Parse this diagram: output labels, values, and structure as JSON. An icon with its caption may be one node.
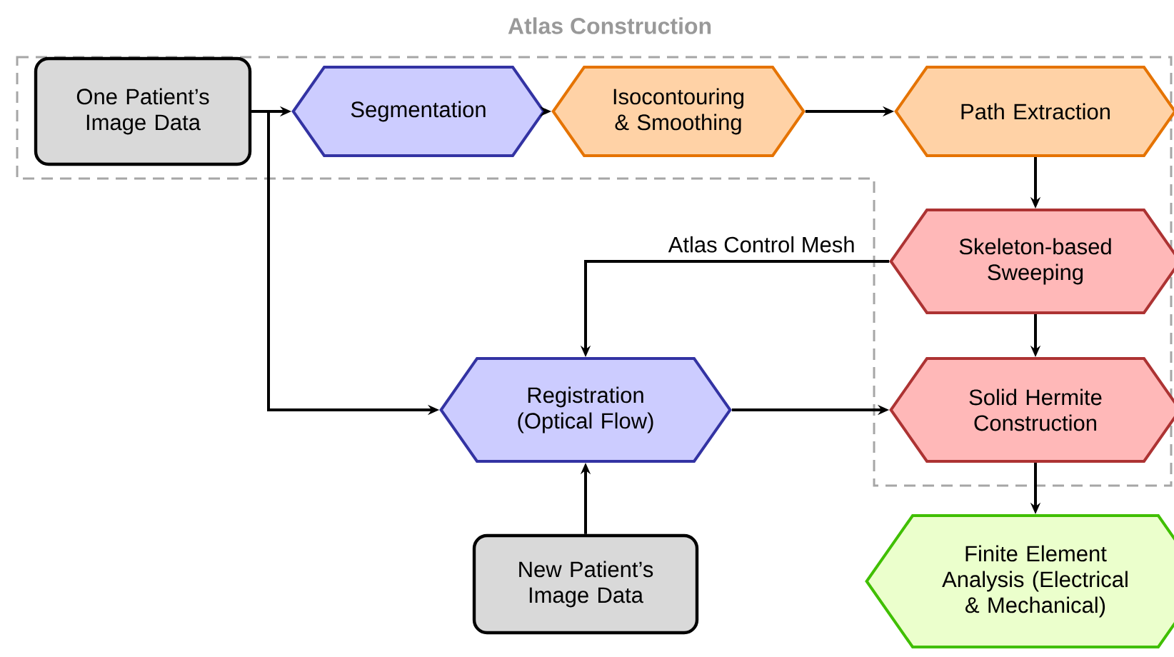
{
  "diagram": {
    "title": "Atlas Construction",
    "nodes": [
      {
        "text": [
          "One Patient’s Image Data"
        ]
      },
      {
        "text": [
          "Segmentation"
        ]
      },
      {
        "text": [
          "Isocontouring & Smoothing"
        ]
      },
      {
        "text": [
          "Path Extraction"
        ]
      },
      {
        "text": [
          "Skeleton-based Sweeping"
        ]
      },
      {
        "text": [
          "Registration (Optical Flow)"
        ]
      },
      {
        "text": [
          "Solid Hermite Construction"
        ]
      },
      {
        "text": [
          "New Patient’s Image Data"
        ]
      },
      {
        "text": [
          "Finite Element Analysis (Electrical & Mechanical)"
        ]
      }
    ],
    "edges": [
      {
        "from": 0,
        "to": 1,
        "arrow": "to"
      },
      {
        "from": 1,
        "to": 2,
        "arrow": "to"
      },
      {
        "from": 2,
        "to": 3,
        "arrow": "to"
      },
      {
        "from": 3,
        "to": 4,
        "arrow": "to"
      },
      {
        "from": 4,
        "to": 5,
        "arrow": "to",
        "label": "Atlas Control Mesh"
      },
      {
        "from": 0,
        "to": 5,
        "arrow": "to"
      },
      {
        "from": 5,
        "to": 6,
        "arrow": "to"
      },
      {
        "from": 4,
        "to": 6,
        "arrow": "to"
      },
      {
        "from": 7,
        "to": 5,
        "arrow": "to"
      },
      {
        "from": 6,
        "to": 8,
        "arrow": "to"
      }
    ]
  }
}
